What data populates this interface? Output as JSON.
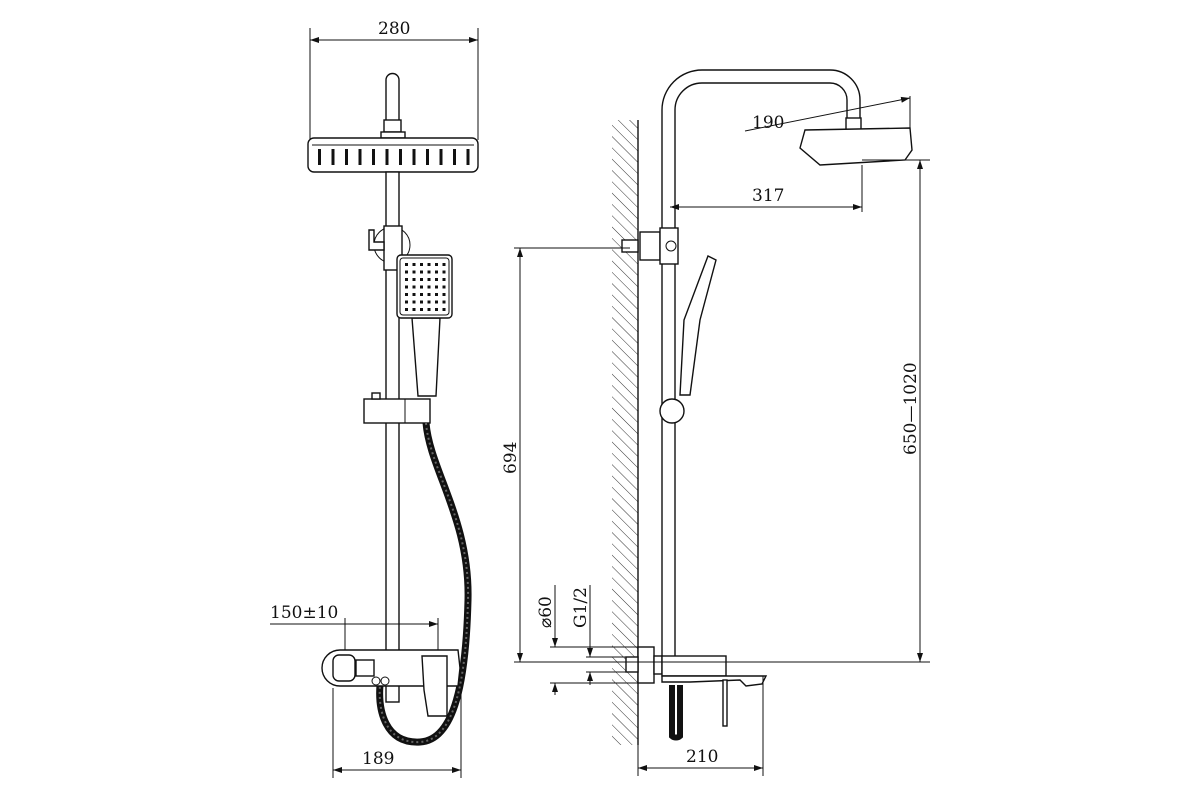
{
  "drawing": {
    "front_view": {
      "dim_head_width": "280",
      "dim_wall_offset": "150±10",
      "dim_mixer_width": "189"
    },
    "side_view": {
      "dim_head_diameter": "190",
      "dim_arm_reach": "317",
      "dim_bracket_height": "694",
      "dim_height_range": "650—1020",
      "dim_cover_diameter": "⌀60",
      "dim_thread": "G1/2",
      "dim_projection": "210"
    },
    "colors": {
      "line": "#111111",
      "background": "#ffffff"
    }
  }
}
